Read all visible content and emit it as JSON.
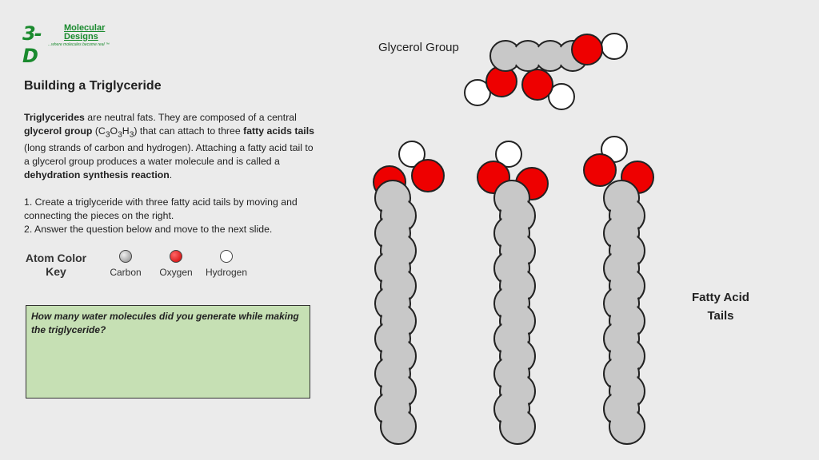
{
  "logo": {
    "mark": "3-D",
    "name_line1": "Molecular",
    "name_line2": "Designs",
    "tagline": "...where molecules become real ™"
  },
  "title": "Building a Triglyceride",
  "intro": {
    "b1": "Triglycerides",
    "t1": " are neutral fats. They are composed of a central ",
    "b2": "glycerol group",
    "t2": " (C",
    "s1": "3",
    "t3": "O",
    "s2": "3",
    "t4": "H",
    "s3": "3",
    "t5": ") that can attach to three ",
    "b3": "fatty acids tails",
    "t6": " (long strands of carbon and hydrogen). Attaching a fatty acid tail to a glycerol group produces a water molecule and is called a ",
    "b4": "dehydration synthesis reaction",
    "t7": "."
  },
  "steps": [
    "1. Create a triglyceride with three fatty acid tails by moving and connecting the pieces on the right.",
    "2. Answer the question below and move to the next slide."
  ],
  "color_key": {
    "title": "Atom Color Key",
    "atoms": [
      {
        "label": "Carbon",
        "color": "#bfbfbf"
      },
      {
        "label": "Oxygen",
        "color": "#ee0000"
      },
      {
        "label": "Hydrogen",
        "color": "#ffffff"
      }
    ]
  },
  "question": "How many water molecules did you generate while making the triglyceride?",
  "labels": {
    "glycerol": "Glycerol Group",
    "fatty": "Fatty Acid Tails"
  },
  "colors": {
    "carbon": "#c8c8c8",
    "oxygen": "#ee0000",
    "hydrogen": "#ffffff",
    "answer_box": "#c6e0b4"
  }
}
